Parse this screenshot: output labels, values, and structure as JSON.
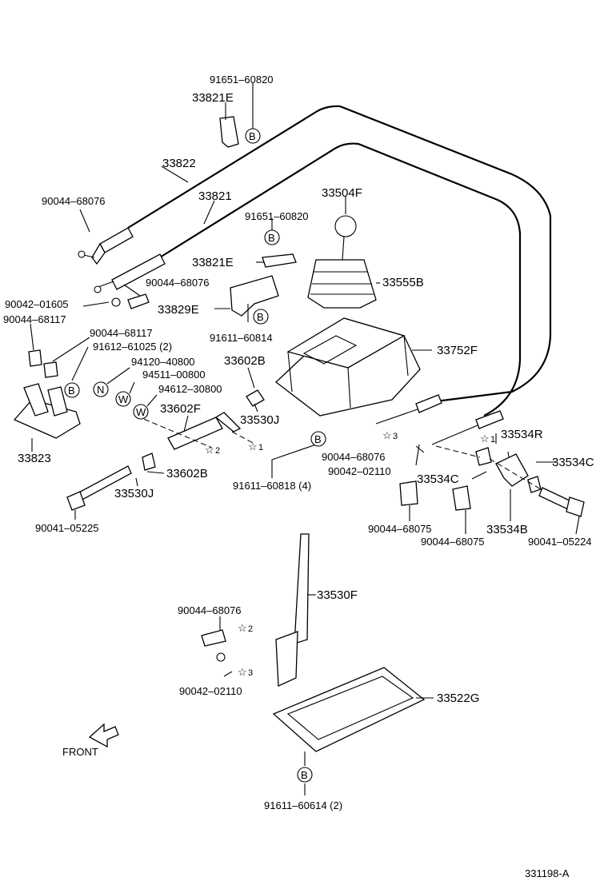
{
  "diagram_id": "331198-A",
  "front_label": "FRONT",
  "labels": {
    "l_91651_60820_top": "91651–60820",
    "l_33821E_top": "33821E",
    "l_33822": "33822",
    "l_90044_68076_a": "90044–68076",
    "l_33821": "33821",
    "l_33504F": "33504F",
    "l_91651_60820_mid": "91651–60820",
    "l_33821E_mid": "33821E",
    "l_90044_68076_b": "90044–68076",
    "l_33555B": "33555B",
    "l_90042_01605": "90042–01605",
    "l_33829E": "33829E",
    "l_90044_68117_a": "90044–68117",
    "l_90044_68117_b": "90044–68117",
    "l_91611_60814": "91611–60814",
    "l_91612_61025": "91612–61025 (2)",
    "l_33752F": "33752F",
    "l_94120_40800": "94120–40800",
    "l_33602B_top": "33602B",
    "l_94511_00800": "94511–00800",
    "l_94612_30800": "94612–30800",
    "l_33602F": "33602F",
    "l_33530J_top": "33530J",
    "l_33823": "33823",
    "l_33534R": "33534R",
    "l_33534C_right": "33534C",
    "l_90044_68076_c": "90044–68076",
    "l_90042_02110_a": "90042–02110",
    "l_33534C_mid": "33534C",
    "l_33602B_low": "33602B",
    "l_33530J_low": "33530J",
    "l_91611_60818": "91611–60818 (4)",
    "l_90044_68075_a": "90044–68075",
    "l_33534B": "33534B",
    "l_90044_68075_b": "90044–68075",
    "l_90041_05224": "90041–05224",
    "l_90041_05225": "90041–05225",
    "l_33530F": "33530F",
    "l_90044_68076_d": "90044–68076",
    "l_90042_02110_b": "90042–02110",
    "l_33522G": "33522G",
    "l_91611_60614": "91611–60614 (2)"
  },
  "symbols": {
    "B": "B",
    "N": "N",
    "W": "W",
    "star1": "☆",
    "star2": "☆",
    "star3": "☆",
    "idx1": "1",
    "idx2": "2",
    "idx3": "3"
  }
}
